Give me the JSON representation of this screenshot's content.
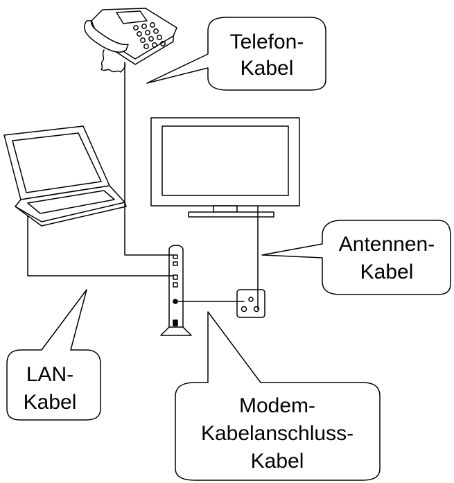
{
  "diagram": {
    "labels": {
      "telefon": {
        "line1": "Telefon-",
        "line2": "Kabel"
      },
      "antennen": {
        "line1": "Antennen-",
        "line2": "Kabel"
      },
      "lan": {
        "line1": "LAN-",
        "line2": "Kabel"
      },
      "modem": {
        "line1": "Modem-",
        "line2": "Kabelanschluss-",
        "line3": "Kabel"
      }
    },
    "devices": [
      "telephone-icon",
      "laptop-icon",
      "tv-icon",
      "modem-icon",
      "antenna-socket-icon"
    ],
    "colors": {
      "stroke": "#000000",
      "background": "#ffffff"
    }
  }
}
